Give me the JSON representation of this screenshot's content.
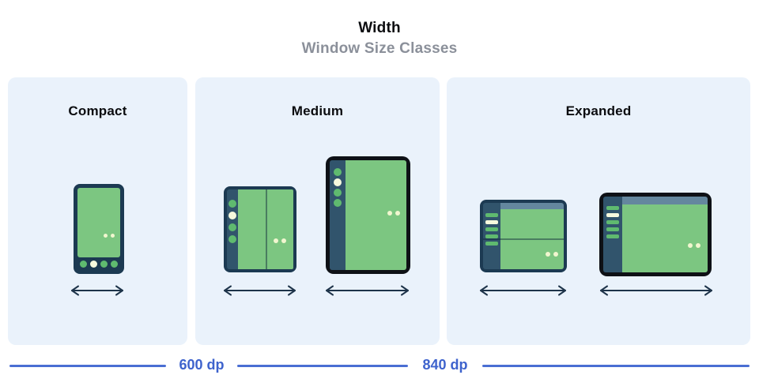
{
  "header": {
    "title": "Width",
    "subtitle": "Window Size Classes"
  },
  "panels": [
    {
      "label": "Compact",
      "devices": [
        "phone-illustration"
      ]
    },
    {
      "label": "Medium",
      "devices": [
        "foldable-portrait-illustration",
        "tablet-portrait-illustration"
      ]
    },
    {
      "label": "Expanded",
      "devices": [
        "foldable-landscape-illustration",
        "tablet-landscape-illustration"
      ]
    }
  ],
  "ruler": {
    "breakpoints": [
      {
        "label": "600 dp"
      },
      {
        "label": "840 dp"
      }
    ]
  },
  "colors": {
    "panel_background": "#eaf2fb",
    "screen_green": "#7cc681",
    "item_green": "#5fba6f",
    "content_cream": "#f1f6cf",
    "frame_navy": "#1c3a52",
    "rail_navy": "#31546c",
    "frame_black": "#0e1116",
    "topbar_slate": "#64879e",
    "arrow_dark": "#1d3349",
    "ruler_blue": "#4a6ed3",
    "subtitle_gray": "#8b909a"
  }
}
